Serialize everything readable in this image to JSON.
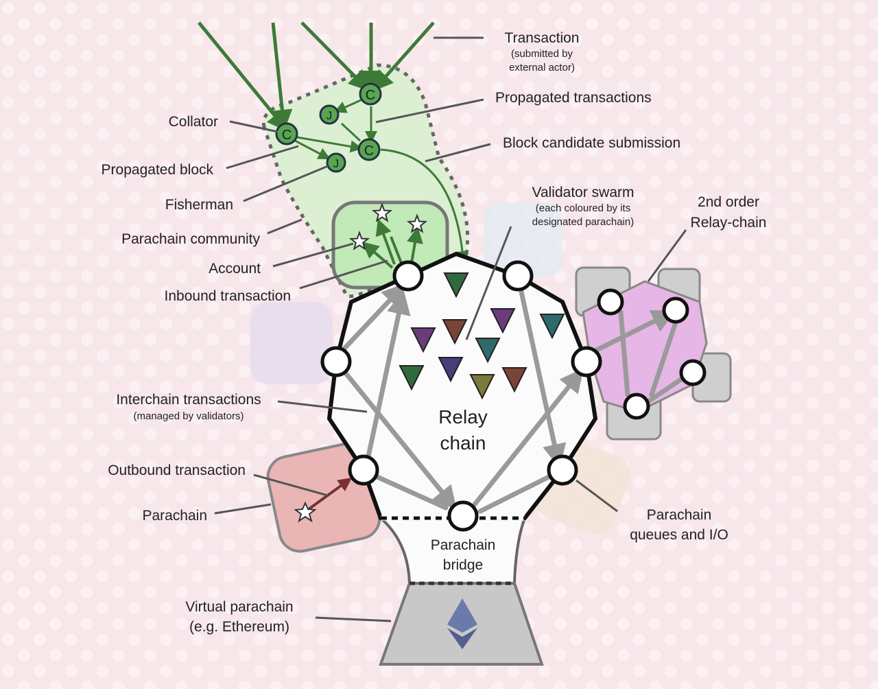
{
  "labels": {
    "transaction": "Transaction",
    "transaction_sub1": "(submitted by",
    "transaction_sub2": "external actor)",
    "propagated_transactions": "Propagated transactions",
    "block_candidate": "Block candidate submission",
    "collator": "Collator",
    "propagated_block": "Propagated block",
    "fisherman": "Fisherman",
    "parachain_community": "Parachain community",
    "account": "Account",
    "inbound_transaction": "Inbound transaction",
    "validator_swarm": "Validator swarm",
    "validator_swarm_sub1": "(each coloured by its",
    "validator_swarm_sub2": "designated parachain)",
    "second_order1": "2nd order",
    "second_order2": "Relay-chain",
    "interchain1": "Interchain transactions",
    "interchain2": "(managed by validators)",
    "relay1": "Relay",
    "relay2": "chain",
    "outbound": "Outbound transaction",
    "parachain": "Parachain",
    "queues1": "Parachain",
    "queues2": "queues and I/O",
    "bridge1": "Parachain",
    "bridge2": "bridge",
    "virtual1": "Virtual parachain",
    "virtual2": "(e.g. Ethereum)"
  },
  "node_letters": {
    "collator": "C",
    "fisherman": "J"
  },
  "colors": {
    "community_green": "#dcefd2",
    "account_green": "#c2e9b8",
    "collator_green": "#5aa650",
    "relay_fill": "#fbfbfb",
    "second_order_purple": "#e6b6e6",
    "parachain_red": "#e9b5b5",
    "virtual_gray": "#c8c8c8",
    "validator_colors": [
      "#2f6a3e",
      "#6b3c7a",
      "#7a4538",
      "#6b3c7a",
      "#2f6a6a",
      "#2f6a6a",
      "#4a3c7a",
      "#2f6a3e",
      "#7a7a3a",
      "#7a4538"
    ]
  },
  "icons": [
    "star-icon",
    "validator-triangle-icon",
    "ethereum-logo-icon"
  ]
}
